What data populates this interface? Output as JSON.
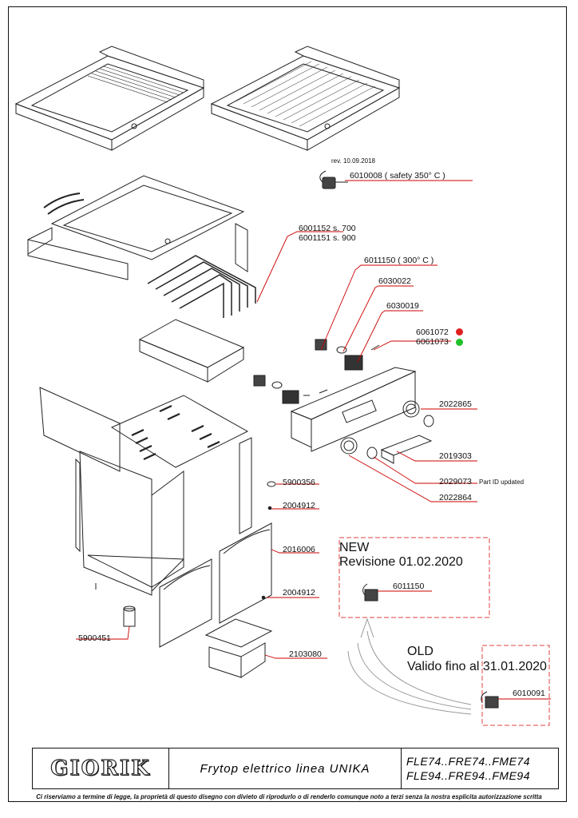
{
  "revision_note": "rev. 10.09.2018",
  "parts": {
    "p6010008": "6010008  ( safety 350° C )",
    "p6001152": "6001152  s. 700",
    "p6001151": "6001151  s. 900",
    "p6011150_top": "6011150 ( 300° C )",
    "p6030022": "6030022",
    "p6030019": "6030019",
    "p6061072": "6061072",
    "p6061073": "6061073",
    "p2022865": "2022865",
    "p2019303": "2019303",
    "p2029073": "2029073",
    "p2029073_note": "Part ID updated",
    "p2022864": "2022864",
    "p5900356": "5900356",
    "p2004912_a": "2004912",
    "p2016006": "2016006",
    "p2004912_b": "2004912",
    "p5900451": "5900451",
    "p2103080": "2103080",
    "p6011150_new": "6011150",
    "p6010091": "6010091"
  },
  "new_box": {
    "line1": "NEW",
    "line2": "Revisione 01.02.2020"
  },
  "old_box": {
    "line1": "OLD",
    "line2": "Valido fino al 31.01.2020"
  },
  "status_colors": {
    "red": "#e02020",
    "green": "#22c02a"
  },
  "title_block": {
    "logo": "GIORIK",
    "description": "Frytop elettrico linea UNIKA",
    "models_line1": "FLE74..FRE74..FME74",
    "models_line2": "FLE94..FRE94..FME94"
  },
  "footer": "Ci riserviamo a termine di legge, la proprietà di questo disegno con divieto di riprodurlo o di renderlo comunque noto a terzi senza la nostra esplicita autorizzazione scritta"
}
